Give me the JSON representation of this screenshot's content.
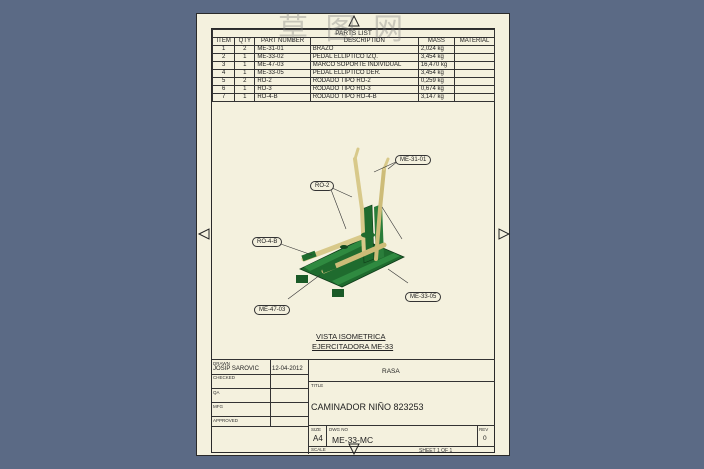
{
  "parts_list": {
    "title": "PARTS LIST",
    "headers": [
      "ITEM",
      "QTY",
      "PART NUMBER",
      "DESCRIPTION",
      "MASS",
      "MATERIAL"
    ],
    "rows": [
      [
        "1",
        "2",
        "ME-31-01",
        "BRAZO",
        "2,024 kg",
        ""
      ],
      [
        "2",
        "1",
        "ME-33-02",
        "PEDAL ELLIPTICO IZQ.",
        "3,454 kg",
        ""
      ],
      [
        "3",
        "1",
        "ME-47-03",
        "MARCO SOPORTE INDIVIDUAL",
        "16,470 kg",
        ""
      ],
      [
        "4",
        "1",
        "ME-33-05",
        "PEDAL ELLIPTICO DER.",
        "3,454 kg",
        ""
      ],
      [
        "5",
        "2",
        "RO-2",
        "RODADO TIPO RO-2",
        "0,259 kg",
        ""
      ],
      [
        "6",
        "1",
        "RO-3",
        "RODADO TIPO RO-3",
        "0,674 kg",
        ""
      ],
      [
        "7",
        "1",
        "RO-4-B",
        "RODADO TIPO RO-4-B",
        "3,147 kg",
        ""
      ]
    ]
  },
  "callouts": {
    "me3101": "ME-31-01",
    "ro2": "RO-2",
    "ro4b": "RO-4-B",
    "me3305": "ME-33-05",
    "me4703": "ME-47-03"
  },
  "view_title": {
    "line1": "VISTA ISOMETRICA",
    "line2": "EJERCITADORA ME-33"
  },
  "title_block": {
    "drawn_label": "DRAWN",
    "drawn_by": "JOSIP SAROVIC",
    "drawn_date": "12-04-2012",
    "checked_label": "CHECKED",
    "qa_label": "QA",
    "mfg_label": "MFG",
    "approved_label": "APPROVED",
    "company": "RASA",
    "title_label": "TITLE",
    "title": "CAMINADOR NIÑO 823253",
    "size_label": "SIZE",
    "size": "A4",
    "dwg_label": "DWG NO",
    "dwg_no": "ME-33-MC",
    "rev_label": "REV",
    "rev": "0",
    "scale_label": "SCALE",
    "sheet": "SHEET 1  OF  1"
  },
  "watermark": "草 图 网",
  "colors": {
    "background": "#5b6a85",
    "paper": "#f4f1de",
    "frame_green": "#1f6b2e",
    "tube_tan": "#d8c98a"
  }
}
